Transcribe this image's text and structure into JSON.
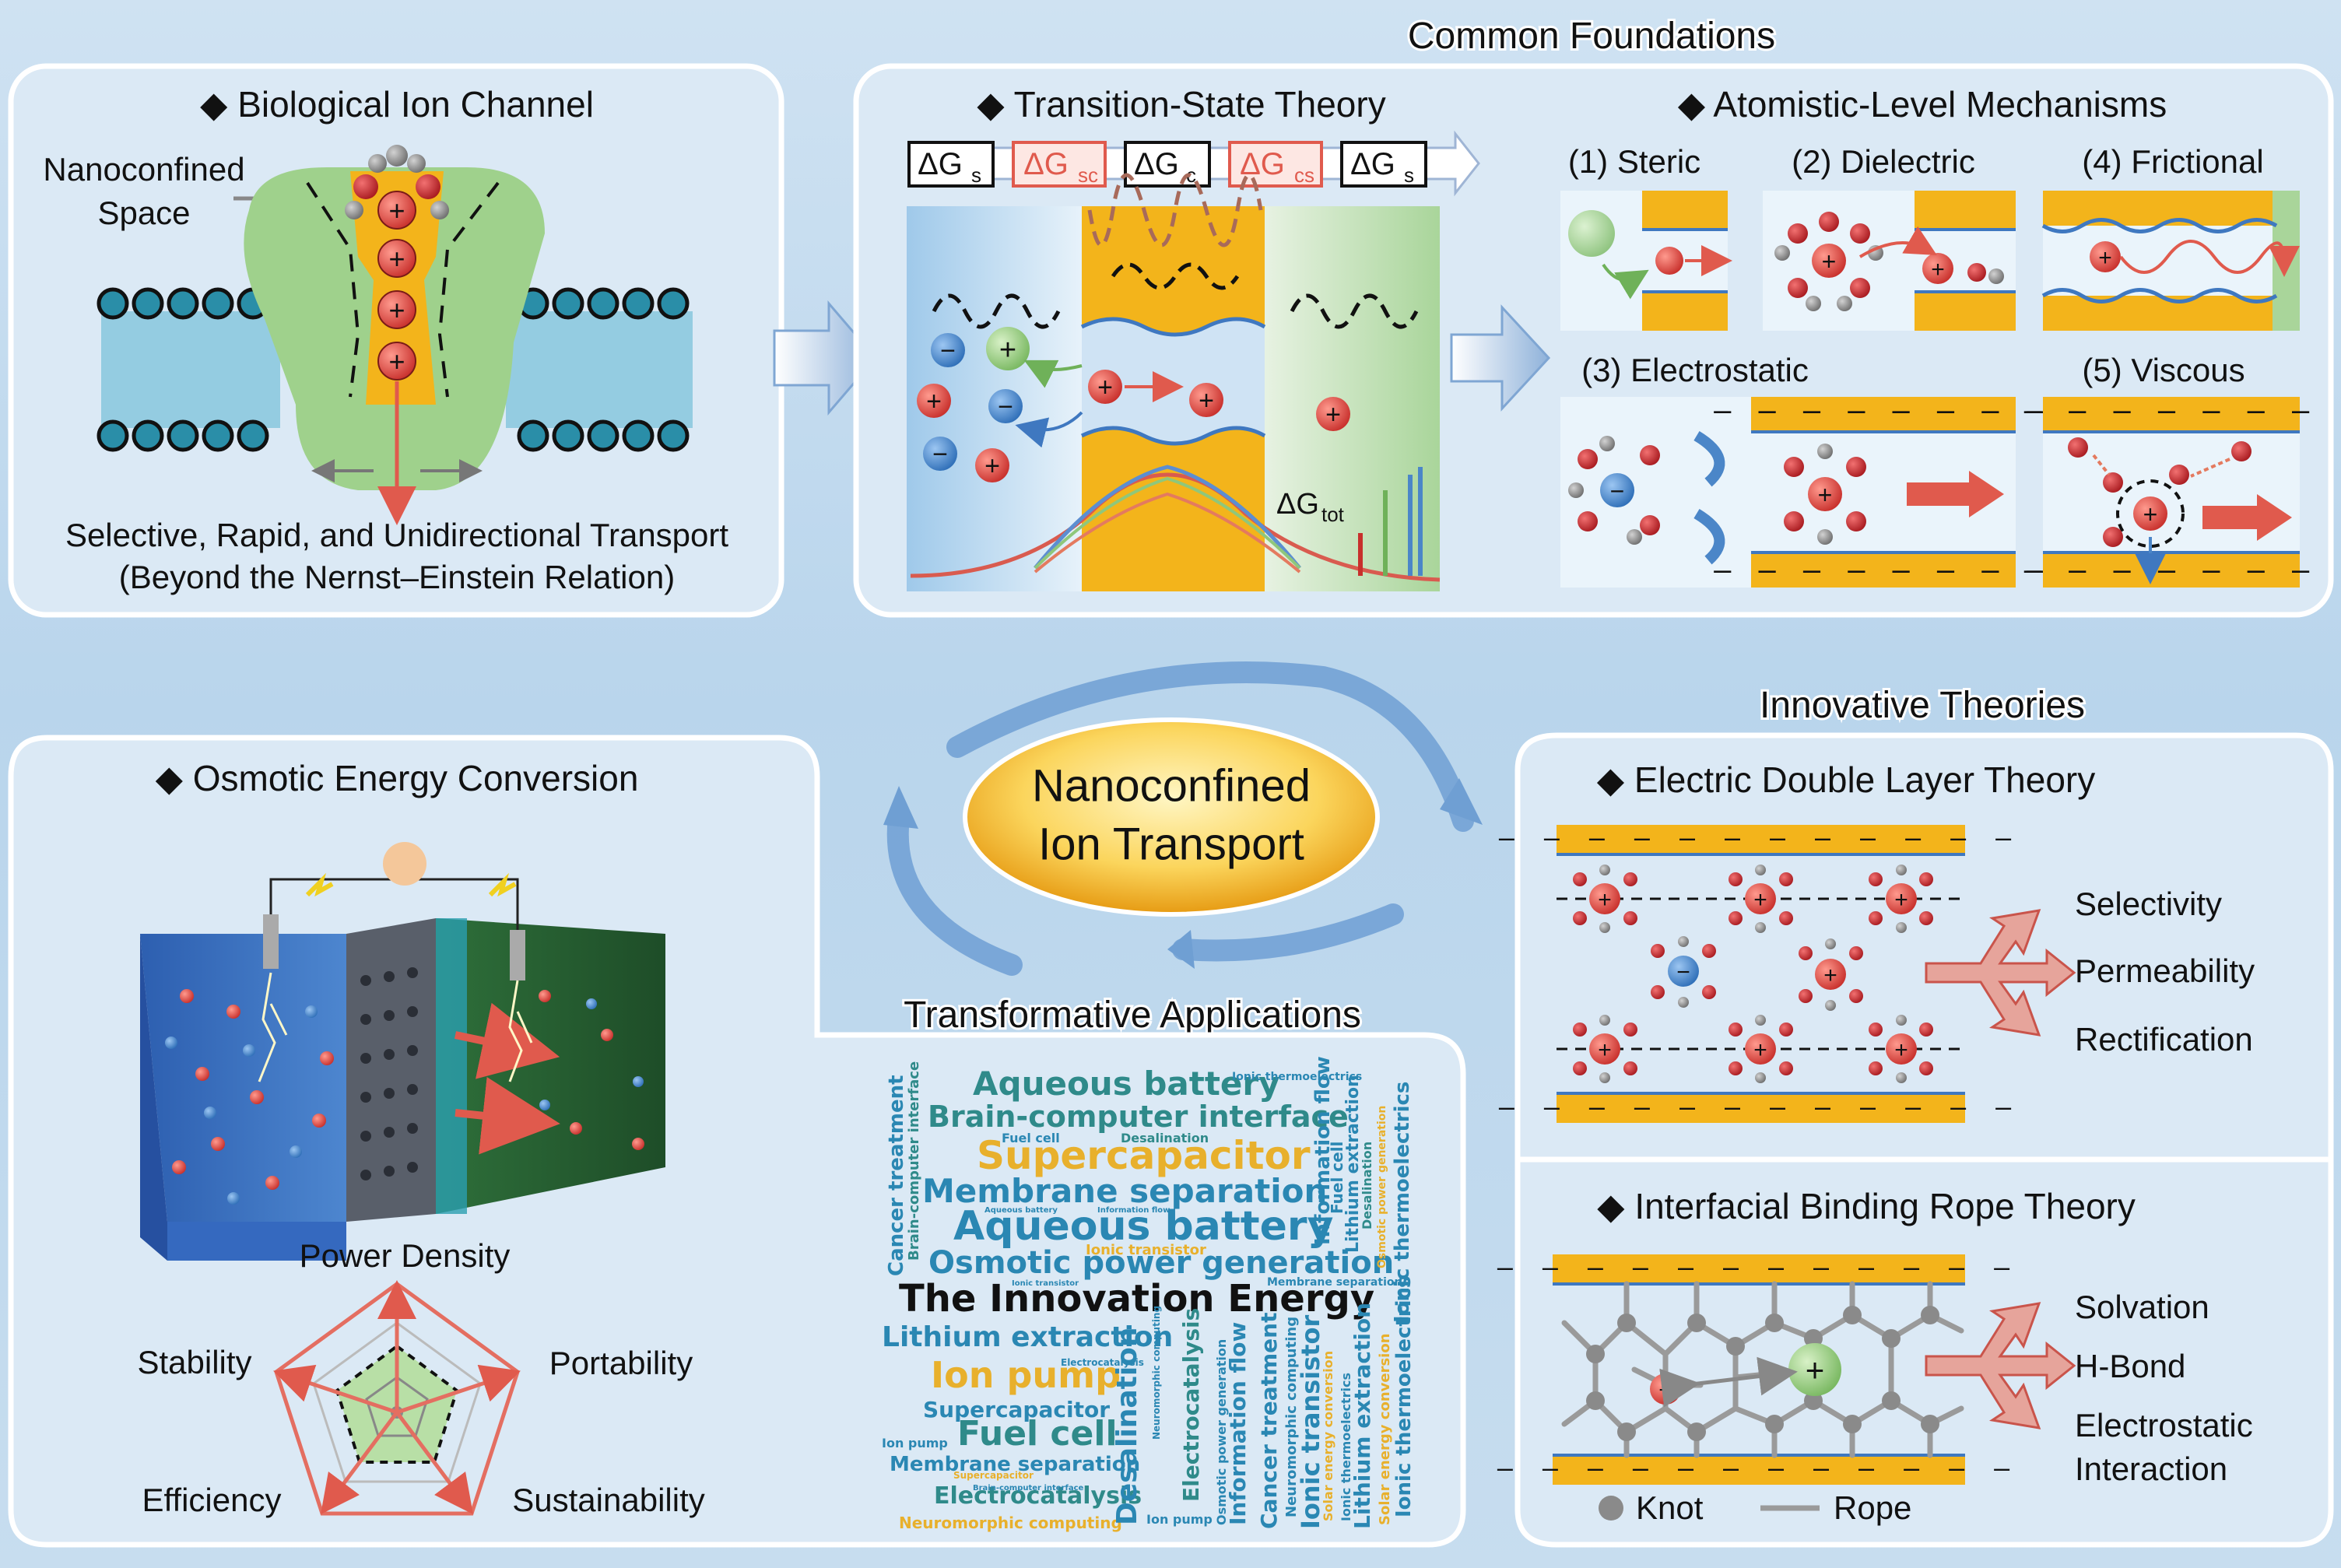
{
  "headers": {
    "common_foundations": "Common Foundations",
    "innovative_theories": "Innovative Theories",
    "transformative_applications": "Transformative Applications"
  },
  "center": {
    "line1": "Nanoconfined",
    "line2": "Ion Transport"
  },
  "panels": {
    "bio": {
      "title": "◆ Biological Ion Channel",
      "label_line1": "Nanoconfined",
      "label_line2": "Space",
      "caption1": "Selective, Rapid, and Unidirectional Transport",
      "caption2": "(Beyond the Nernst–Einstein Relation)"
    },
    "tst": {
      "title": "◆ Transition-State Theory",
      "energy_labels": [
        "ΔG",
        "ΔG",
        "ΔG",
        "ΔG",
        "ΔG"
      ],
      "energy_subs": [
        "s",
        "sc",
        "c",
        "cs",
        "s"
      ],
      "total_label": "ΔG",
      "total_sub": "tot"
    },
    "atomistic": {
      "title": "◆ Atomistic-Level Mechanisms",
      "steric": "(1) Steric",
      "dielectric": "(2) Dielectric",
      "frictional": "(4) Frictional",
      "electrostatic": "(3) Electrostatic",
      "viscous": "(5) Viscous"
    },
    "osmotic": {
      "title": "◆ Osmotic Energy Conversion",
      "radar_labels": {
        "top": "Power Density",
        "left": "Stability",
        "right": "Portability",
        "bottom_left": "Efficiency",
        "bottom_right": "Sustainability"
      }
    },
    "edl": {
      "title": "◆ Electric Double Layer Theory",
      "outcomes": [
        "Selectivity",
        "Permeability",
        "Rectification"
      ]
    },
    "ibr": {
      "title": "◆ Interfacial Binding Rope Theory",
      "outcomes": [
        "Solvation",
        "H-Bond",
        "Electrostatic",
        "Interaction"
      ],
      "legend_knot": "Knot",
      "legend_rope": "Rope"
    }
  },
  "wordcloud": {
    "horizontal": [
      "Aqueous battery",
      "Brain-computer interface",
      "Supercapacitor",
      "Membrane separation",
      "Aqueous battery",
      "Osmotic power generation",
      "The Innovation Energy",
      "Lithium extraction",
      "Ion pump",
      "Supercapacitor",
      "Fuel cell",
      "Membrane separation",
      "Electrocatalysis",
      "Neuromorphic computing",
      "Fuel cell",
      "Desalination",
      "Ionic thermoelectrics",
      "Ionic transistor",
      "Ion pump",
      "Electrocatalysis",
      "Supercapacitor",
      "Membrane separation",
      "Ionic transistor",
      "Information flow",
      "Aqueous battery",
      "Brain-computer interface",
      "Ion pump"
    ],
    "vertical": [
      "Cancer treatment",
      "Brain-computer interface",
      "Information flow",
      "Fuel cell",
      "Lithium extraction",
      "Desalination",
      "Osmotic power generation",
      "Ionic thermoelectrics",
      "Desalination",
      "Electrocatalysis",
      "Information flow",
      "Cancer treatment",
      "Ionic transistor",
      "Lithium extraction",
      "Ionic thermoelectrics",
      "Solar energy conversion",
      "Neuromorphic computing",
      "Ionic thermoelectrics",
      "Solar energy conversion",
      "Osmotic power generation",
      "Neuromorphic computing"
    ]
  },
  "colors": {
    "gold": "#f3b41b",
    "cation": "#d9473f",
    "anion": "#4b86c8",
    "green": "#8dc87a",
    "teal": "#3a9fb5",
    "arrow_red": "#e46e61"
  }
}
